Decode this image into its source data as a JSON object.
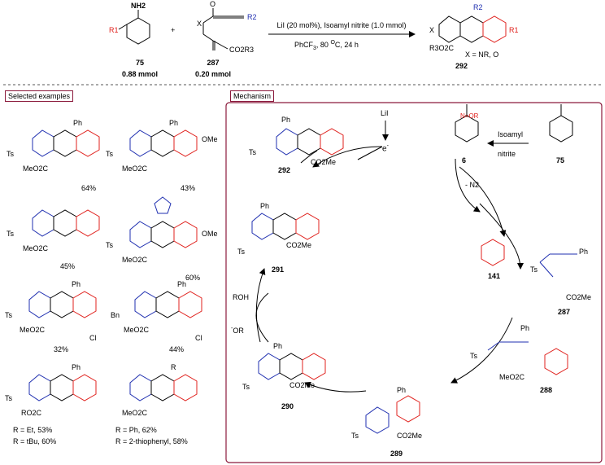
{
  "colors": {
    "frame": "#8b1a3c",
    "blue": "#1f2fb0",
    "red": "#e0201c"
  },
  "scheme": {
    "reagent_top": "LiI (20 mol%), Isoamyl nitrite (1.0 mmol)",
    "reagent_bottom": "PhCF",
    "reagent_bottom_sub": "3",
    "reagent_bottom_rest": ", 80 ",
    "reagent_bottom_o": "O",
    "reagent_bottom_end": "C, 24 h",
    "sm1_label": "75",
    "sm1_amount": "0.88 mmol",
    "sm2_label": "287",
    "sm2_amount": "0.20 mmol",
    "plus": "+",
    "product_label": "292",
    "product_x": "X = NR, O",
    "nh2": "NH2",
    "r1": "R1",
    "r2": "R2",
    "x": "X",
    "co2r3": "CO2R3",
    "r3o2c": "R3O2C"
  },
  "sections": {
    "selected": "Selected examples",
    "mechanism": "Mechanism"
  },
  "examples": [
    {
      "yield": "64%"
    },
    {
      "yield": "43%",
      "sub": "OMe"
    },
    {
      "yield": "45%"
    },
    {
      "yield": "60%",
      "sub": "OMe"
    },
    {
      "yield": "32%",
      "sub": "Cl"
    },
    {
      "yield": "44%",
      "sub": "Cl",
      "n": "Bn"
    },
    {
      "r_line1": "R = Et,  53%",
      "r_line2": "R = tBu, 60%"
    },
    {
      "r_line1": "R = Ph, 62%",
      "r_line2": "R = 2-thiophenyl, 58%"
    }
  ],
  "common": {
    "ph": "Ph",
    "ts": "Ts",
    "meo2c": "MeO2C",
    "ro2c": "RO2C",
    "n": "N",
    "o": "O",
    "r": "R",
    "co2me": "CO2Me"
  },
  "mechanism": {
    "lii": "LiI",
    "e": "e",
    "isoamyl": "Isoamyl",
    "nitrite": "nitrite",
    "n2": "- N2",
    "roh": "ROH",
    "or": "OR",
    "nor": "N=OR",
    "labels": {
      "p292": "292",
      "p6": "6",
      "p75": "75",
      "p291": "291",
      "p141": "141",
      "p287": "287",
      "p290": "290",
      "p288": "288",
      "p289": "289"
    }
  }
}
